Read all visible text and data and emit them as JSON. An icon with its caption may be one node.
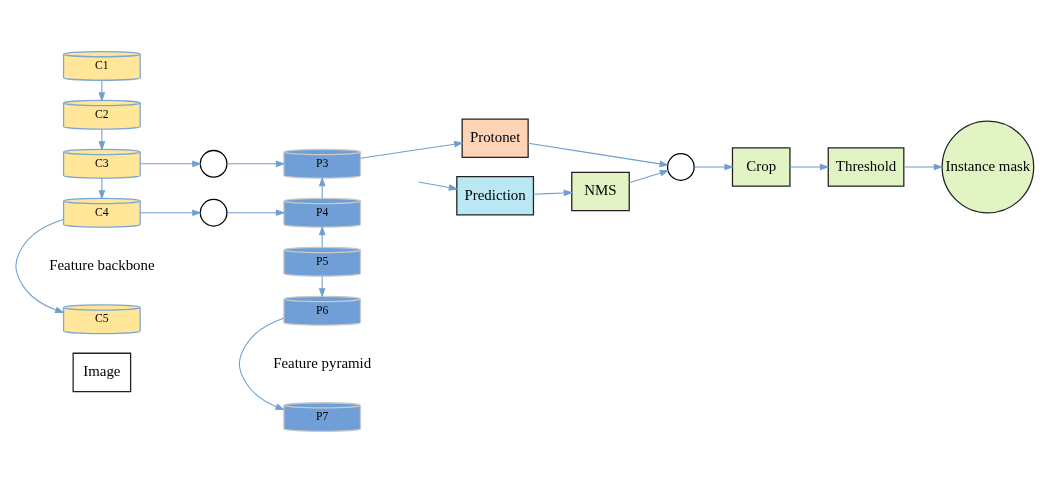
{
  "diagram": {
    "nodes": [
      {
        "text": [
          "C5"
        ]
      },
      {
        "text": [
          "C4"
        ]
      },
      {
        "text": [
          "C3"
        ]
      },
      {
        "text": [
          "C2"
        ]
      },
      {
        "text": [
          "C1"
        ]
      },
      {
        "text": [
          "Image"
        ]
      },
      {
        "text": [],
        "shape": "circle"
      },
      {
        "text": [],
        "shape": "circle"
      },
      {
        "text": [
          "P7"
        ]
      },
      {
        "text": [
          "P6"
        ]
      },
      {
        "text": [
          "P5"
        ]
      },
      {
        "text": [
          "P4"
        ]
      },
      {
        "text": [
          "P3"
        ]
      },
      {
        "text": [
          "Prediction"
        ]
      },
      {
        "text": [
          "NMS"
        ]
      },
      {
        "text": [],
        "shape": "circle"
      },
      {
        "text": [
          "Crop"
        ]
      },
      {
        "text": [
          "Threshold"
        ]
      },
      {
        "text": [
          "Instance mask"
        ]
      },
      {
        "text": [
          "Protonet"
        ]
      }
    ],
    "edges": [
      {
        "from": 4,
        "to": 3,
        "arrow": "to"
      },
      {
        "from": 3,
        "to": 2,
        "arrow": "to"
      },
      {
        "from": 2,
        "to": 1,
        "arrow": "to"
      },
      {
        "from": 1,
        "to": 0,
        "arrow": "to"
      },
      {
        "from": 1,
        "to": 6,
        "arrow": "to"
      },
      {
        "from": 2,
        "to": 7,
        "arrow": "to"
      },
      {
        "from": 6,
        "to": 11,
        "arrow": "to"
      },
      {
        "from": 7,
        "to": 12,
        "arrow": "to"
      },
      {
        "from": 10,
        "to": 9,
        "arrow": "to"
      },
      {
        "from": 9,
        "to": 8,
        "arrow": "to"
      },
      {
        "from": 10,
        "to": 11,
        "arrow": "to"
      },
      {
        "from": 11,
        "to": 12,
        "arrow": "to"
      },
      {
        "from": null,
        "to": 13,
        "arrow": "to"
      },
      {
        "from": 13,
        "to": 14,
        "arrow": "to"
      },
      {
        "from": 14,
        "to": 15,
        "arrow": "to"
      },
      {
        "from": 12,
        "to": 19,
        "arrow": "to"
      },
      {
        "from": 19,
        "to": 15,
        "arrow": "to"
      },
      {
        "from": 15,
        "to": 16,
        "arrow": "to"
      },
      {
        "from": 16,
        "to": 17,
        "arrow": "to"
      },
      {
        "from": 17,
        "to": 18,
        "arrow": "to"
      }
    ],
    "labels": [
      "Feature pyramid",
      "Feature backbone"
    ]
  }
}
